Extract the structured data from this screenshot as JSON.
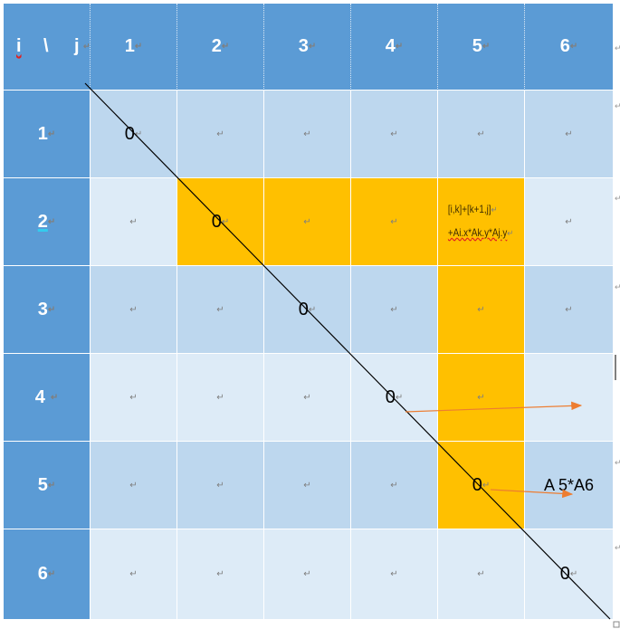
{
  "corner": {
    "i": "i",
    "sep": "\\",
    "j": "j"
  },
  "col_headers": [
    "1",
    "2",
    "3",
    "4",
    "5",
    "6"
  ],
  "row_headers": [
    "1",
    "2",
    "3",
    "4",
    "5",
    "6"
  ],
  "return_mark": "↵",
  "cells": [
    [
      "0",
      "",
      "",
      "",
      "",
      ""
    ],
    [
      "",
      "0",
      "",
      "",
      "[i,k]+[k+1,j]|+Ai.x*Ak.y*Aj.y",
      ""
    ],
    [
      "",
      "",
      "0",
      "",
      "",
      ""
    ],
    [
      "",
      "",
      "",
      "0",
      "",
      ""
    ],
    [
      "",
      "",
      "",
      "",
      "0",
      "A 5*A6"
    ],
    [
      "",
      "",
      "",
      "",
      "",
      "0"
    ]
  ],
  "highlight": [
    [
      1,
      1
    ],
    [
      1,
      2
    ],
    [
      1,
      3
    ],
    [
      1,
      4
    ],
    [
      2,
      4
    ],
    [
      3,
      4
    ],
    [
      4,
      4
    ]
  ],
  "formula_lines": [
    "[i,k]+[k+1,j]",
    "+Ai.x*Ak.y*Aj.y"
  ],
  "colors": {
    "header": "#5b9bd5",
    "row_odd": "#bdd7ee",
    "row_even": "#ddebf7",
    "highlight": "#ffc000",
    "arrow": "#ed7d31"
  }
}
